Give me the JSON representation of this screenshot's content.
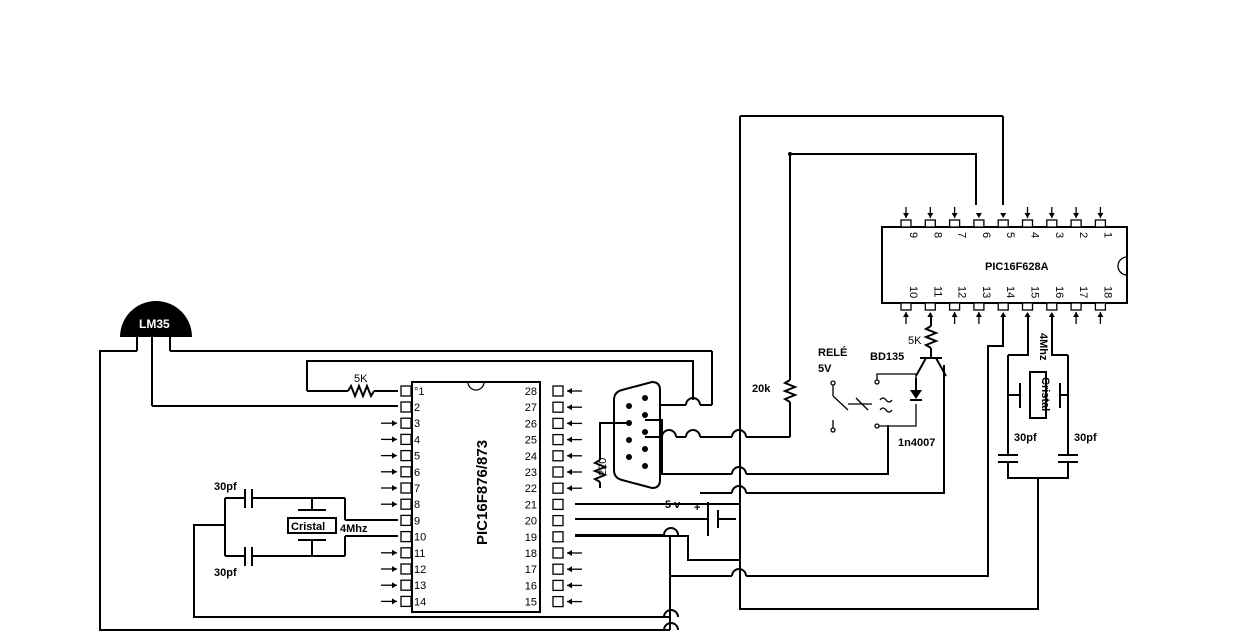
{
  "sensor": {
    "label": "LM35"
  },
  "mcu_main": {
    "label": "PIC16F876/873",
    "pin_first_mark": "°1",
    "left_pins": [
      "2",
      "3",
      "4",
      "5",
      "6",
      "7",
      "8",
      "9",
      "10",
      "11",
      "12",
      "13",
      "14"
    ],
    "right_pins": [
      "28",
      "27",
      "26",
      "25",
      "24",
      "23",
      "22",
      "21",
      "20",
      "19",
      "18",
      "17",
      "16",
      "15"
    ]
  },
  "mcu_second": {
    "label": "PIC16F628A",
    "top_pins": [
      "9",
      "8",
      "7",
      "6",
      "5",
      "4",
      "3",
      "2",
      "1"
    ],
    "bottom_pins": [
      "10",
      "11",
      "12",
      "13",
      "14",
      "15",
      "16",
      "17",
      "18"
    ]
  },
  "components": {
    "r_5k_main": "5K",
    "r_db9": "220",
    "r_20k": "20k",
    "r_5k_second": "5K",
    "transistor": "BD135",
    "relay_line1": "RELÉ",
    "relay_line2": "5V",
    "diode": "1n4007",
    "battery": "5 v",
    "battery_plus": "+",
    "crystal_main": "Cristal",
    "freq_main": "4Mhz",
    "cap_main_top": "30pf",
    "cap_main_bottom": "30pf",
    "crystal_second": "Cristal",
    "freq_second": "4Mhz",
    "cap_second_left": "30pf",
    "cap_second_right": "30pf"
  }
}
